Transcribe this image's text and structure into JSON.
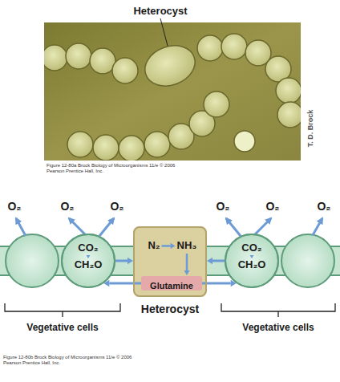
{
  "diagram": {
    "nodes": [
      {
        "text": [
          "CO₂",
          "CH₂O"
        ]
      },
      {
        "text": [
          "N₂",
          "NH₃",
          "Heterocyst"
        ]
      },
      {
        "text": [
          "Glutamine"
        ],
        "in": 1
      },
      {
        "text": [
          "CO₂",
          "CH₂O"
        ]
      }
    ],
    "edges": [
      {
        "from": 0,
        "to": 1,
        "arrow": "to"
      },
      {
        "from": 2,
        "to": 0,
        "arrow": "to"
      },
      {
        "from": 3,
        "to": 1,
        "arrow": "to"
      },
      {
        "from": 2,
        "to": 3,
        "arrow": "to"
      }
    ],
    "labels": [
      "Heterocyst",
      "T. D. Brock",
      "Figure 12-80a Brock Biology of Microorganisms 11/e © 2006 Pearson Prentice Hall, Inc.",
      "O₂",
      "O₂",
      "O₂",
      "O₂",
      "O₂",
      "O₂",
      "Vegetative cells",
      "Vegetative cells",
      "Figure 12-80b Brock Biology of Microorganisms 11/e © 2006 Pearson Prentice Hall, Inc."
    ]
  }
}
